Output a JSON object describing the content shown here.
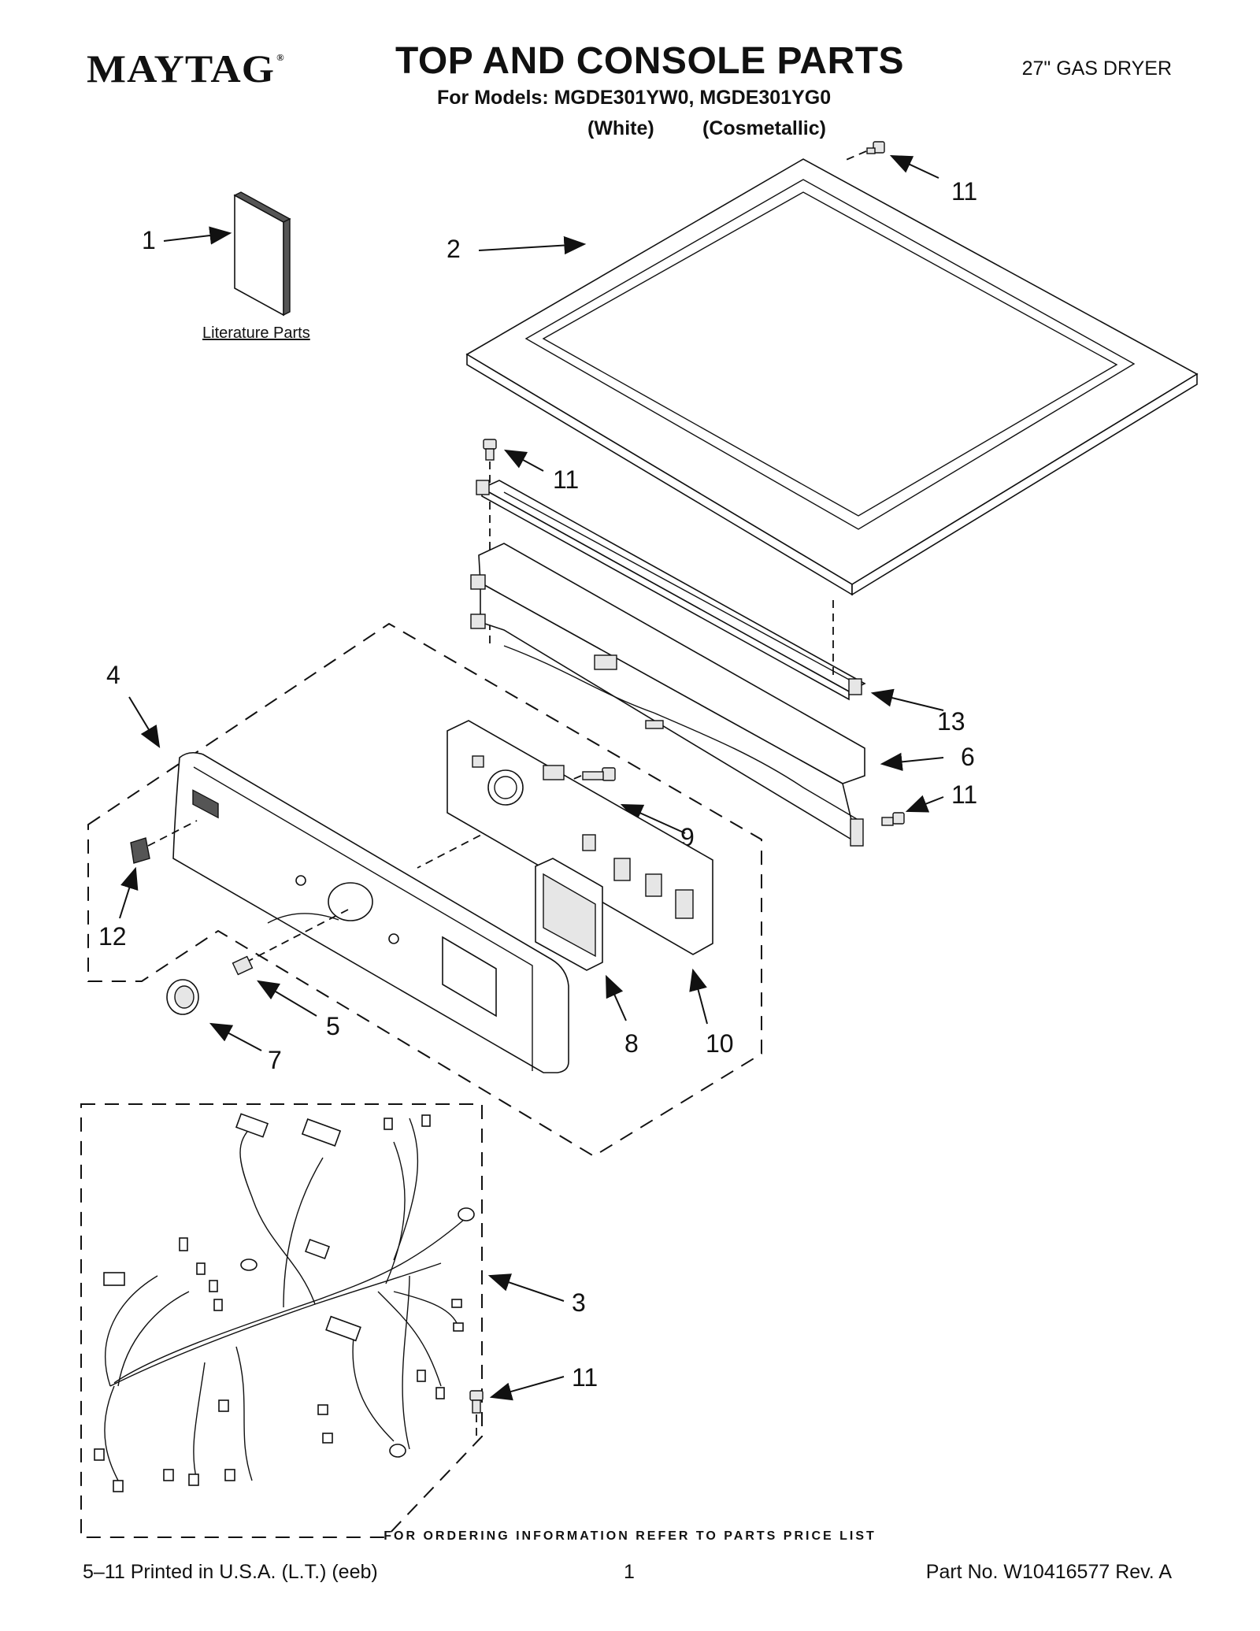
{
  "header": {
    "brand": "MAYTAG",
    "brand_mark": "®",
    "title": "TOP AND CONSOLE PARTS",
    "subtitle": "For Models: MGDE301YW0, MGDE301YG0",
    "color_white": "(White)",
    "color_cosmetallic": "(Cosmetallic)",
    "product": "27\" GAS DRYER"
  },
  "diagram": {
    "literature_label": "Literature Parts",
    "callouts": {
      "c1": "1",
      "c2": "2",
      "c3": "3",
      "c4": "4",
      "c5": "5",
      "c6": "6",
      "c7": "7",
      "c8": "8",
      "c9": "9",
      "c10": "10",
      "c11a": "11",
      "c11b": "11",
      "c11c": "11",
      "c11d": "11",
      "c12": "12",
      "c13": "13"
    }
  },
  "footer": {
    "ordering_note": "FOR ORDERING INFORMATION REFER TO PARTS PRICE LIST",
    "print_info": "5–11 Printed in U.S.A. (L.T.) (eeb)",
    "page_number": "1",
    "part_number": "Part No. W10416577 Rev. A"
  }
}
